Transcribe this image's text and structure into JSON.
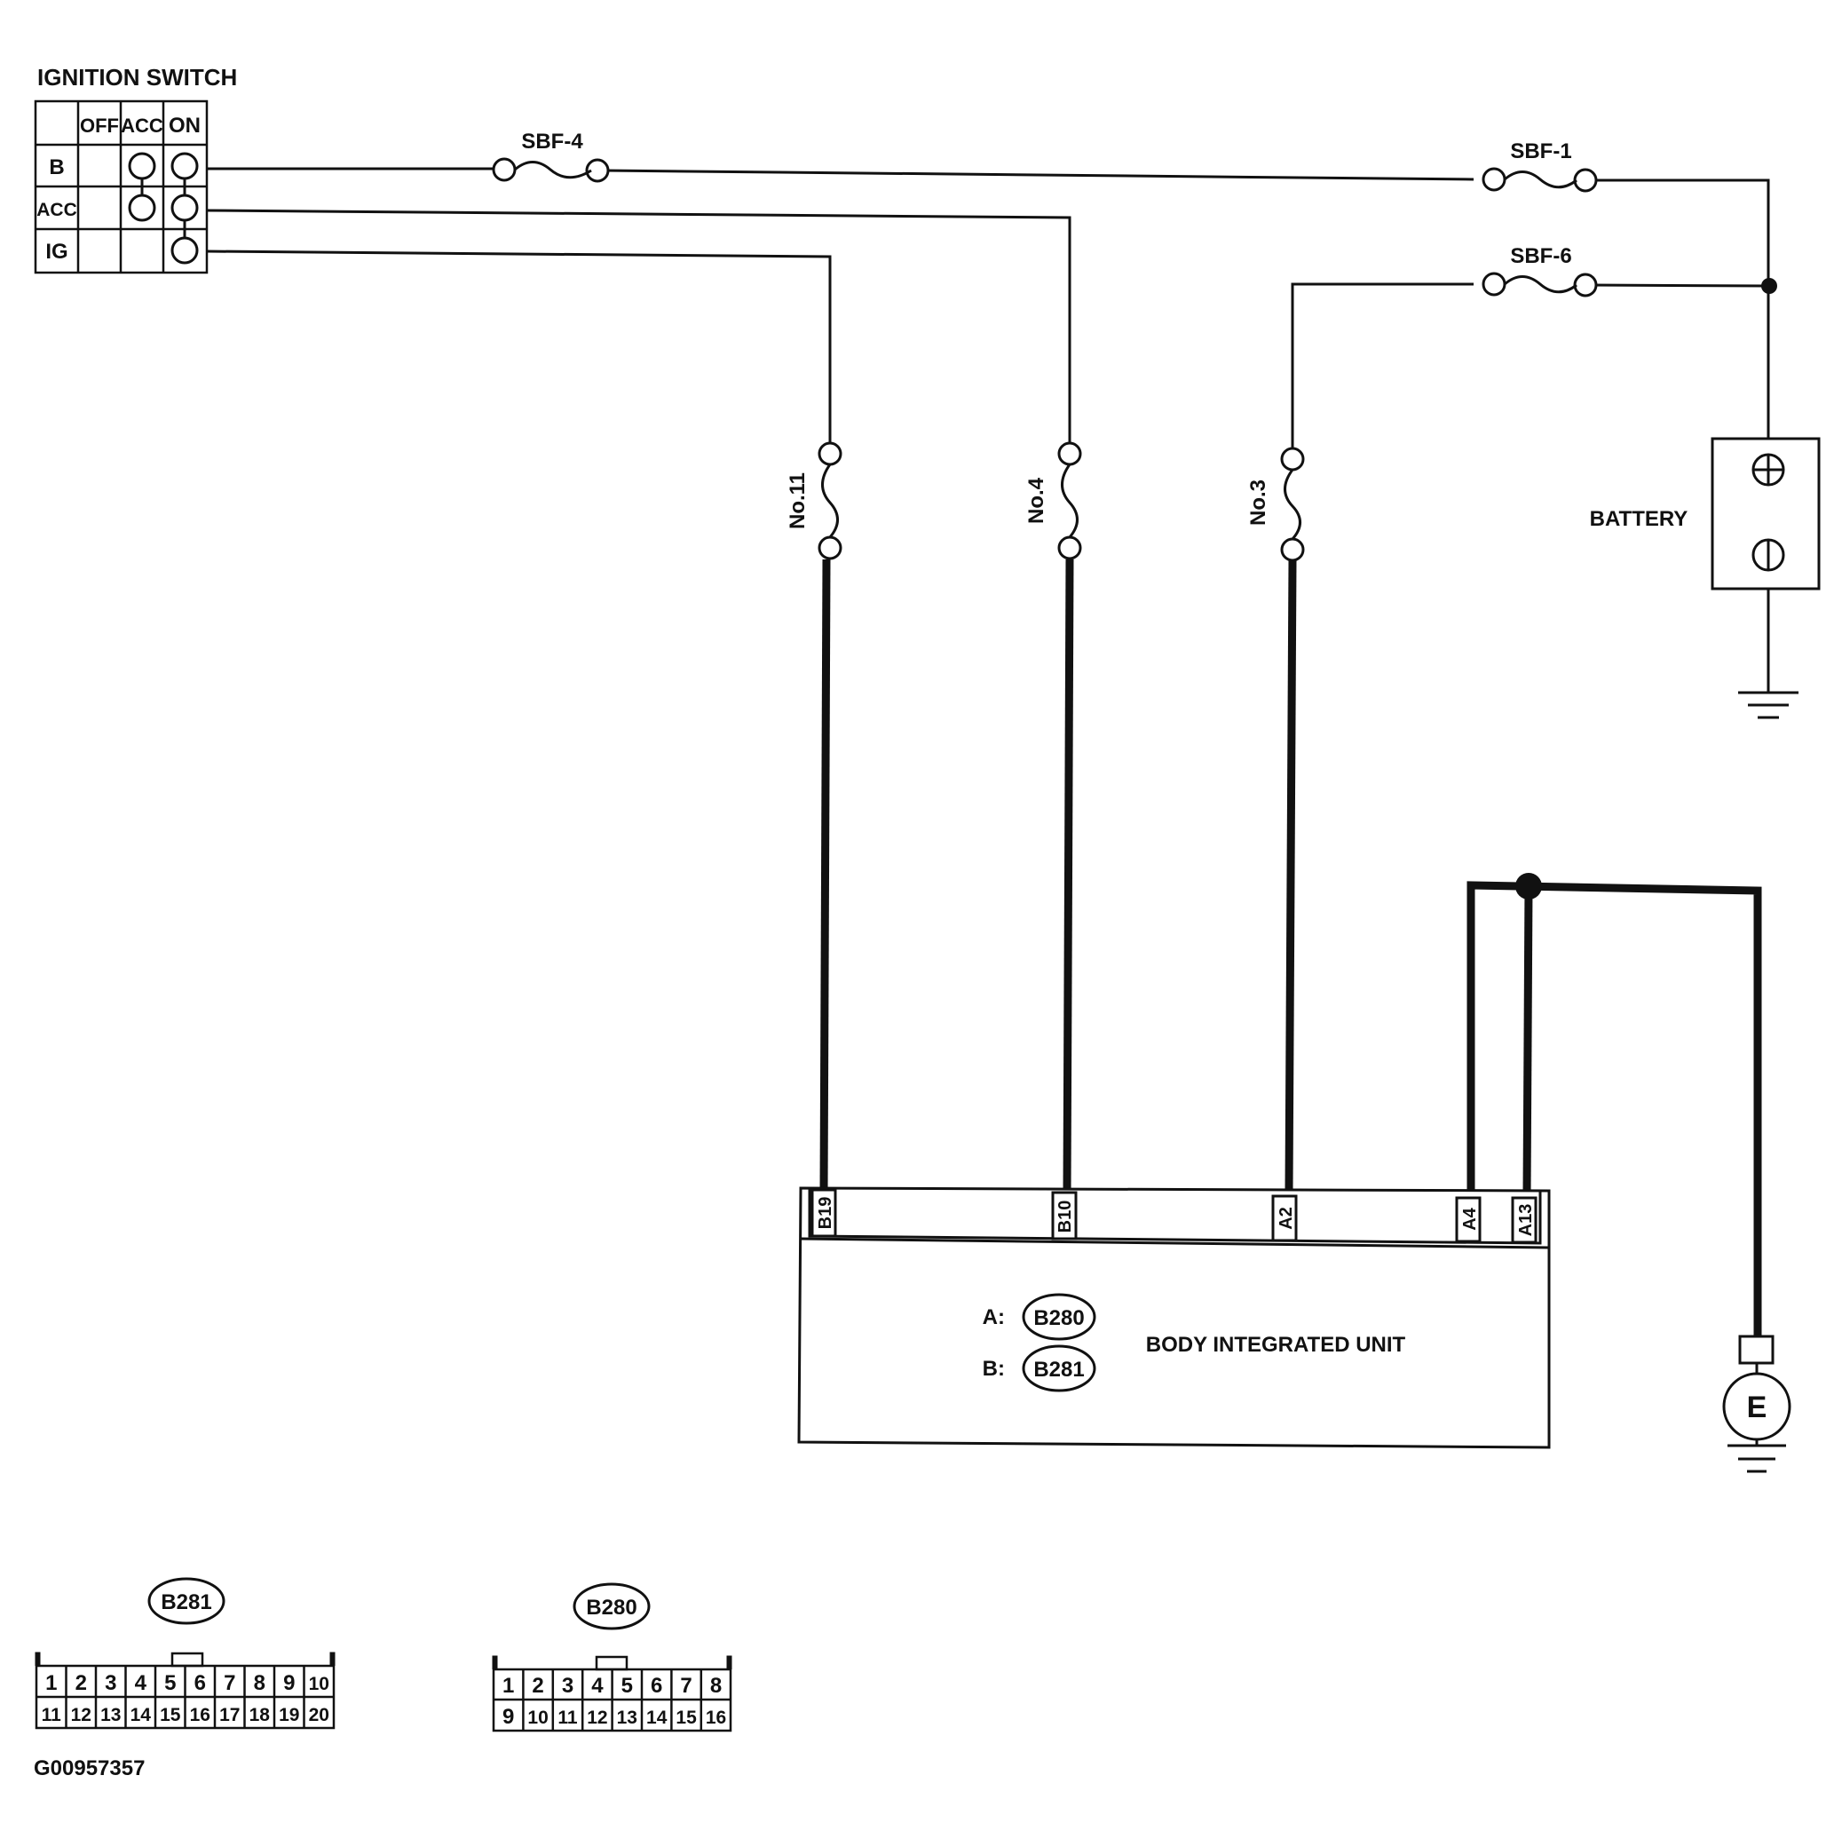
{
  "ignition_switch": {
    "title": "IGNITION SWITCH",
    "columns": [
      "OFF",
      "ACC",
      "ON"
    ],
    "rows": [
      "B",
      "ACC",
      "IG"
    ]
  },
  "fuses": {
    "sbf4": "SBF-4",
    "sbf1": "SBF-1",
    "sbf6": "SBF-6",
    "no11": "No.11",
    "no4": "No.4",
    "no3": "No.3"
  },
  "battery": {
    "label": "BATTERY"
  },
  "body_unit": {
    "label": "BODY INTEGRATED UNIT",
    "connector_a_prefix": "A:",
    "connector_a": "B280",
    "connector_b_prefix": "B:",
    "connector_b": "B281",
    "terminals": [
      "B19",
      "B10",
      "A2",
      "A4",
      "A13"
    ]
  },
  "ground": {
    "label": "E"
  },
  "connector_b281": {
    "name": "B281",
    "top_pins": [
      "1",
      "2",
      "3",
      "4",
      "5",
      "6",
      "7",
      "8",
      "9",
      "10"
    ],
    "bottom_pins": [
      "11",
      "12",
      "13",
      "14",
      "15",
      "16",
      "17",
      "18",
      "19",
      "20"
    ]
  },
  "connector_b280": {
    "name": "B280",
    "top_pins": [
      "1",
      "2",
      "3",
      "4",
      "5",
      "6",
      "7",
      "8"
    ],
    "bottom_pins": [
      "9",
      "10",
      "11",
      "12",
      "13",
      "14",
      "15",
      "16"
    ]
  },
  "figure_code": "G00957357"
}
